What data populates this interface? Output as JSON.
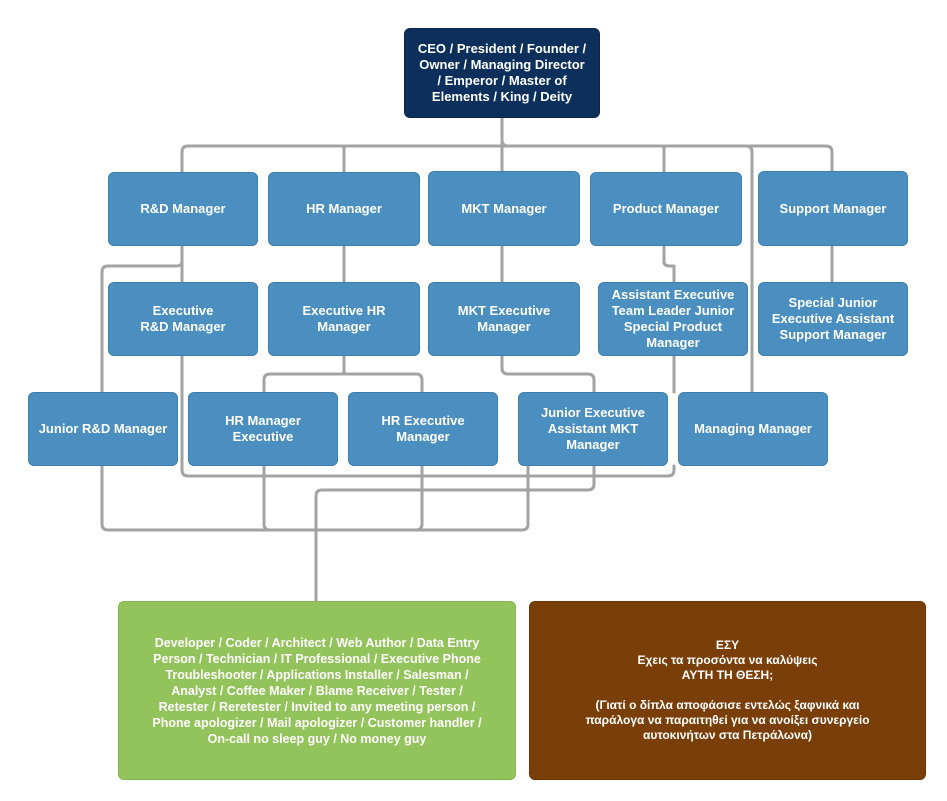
{
  "nodes": {
    "ceo": "CEO / President / Founder /\nOwner / Managing Director\n/ Emperor /  Master of\nElements / King / Deity",
    "rd_manager": "R&D Manager",
    "hr_manager": "HR Manager",
    "mkt_manager": "MKT Manager",
    "product_manager": "Product Manager",
    "support_manager": "Support Manager",
    "exec_rd_manager": "Executive\nR&D Manager",
    "exec_hr_manager": "Executive HR\nManager",
    "mkt_exec_manager": "MKT Executive\nManager",
    "assistant_exec_team_leader": "Assistant Executive\nTeam Leader Junior\nSpecial Product\nManager",
    "special_junior_exec_assistant": "Special Junior\nExecutive Assistant\nSupport Manager",
    "junior_rd_manager": "Junior R&D Manager",
    "hr_manager_exec": "HR Manager\nExecutive",
    "hr_exec_manager": "HR Executive\nManager",
    "junior_exec_assistant_mkt": "Junior Executive\nAssistant MKT\nManager",
    "managing_manager": "Managing Manager",
    "developer": "Developer / Coder / Architect / Web Author / Data Entry\nPerson / Technician / IT Professional / Executive Phone\nTroubleshooter / Applications Installer / Salesman /\nAnalyst / Coffee Maker / Blame Receiver / Tester /\nRetester / Reretester / Invited to any meeting person /\nPhone apologizer / Mail apologizer / Customer handler /\nOn-call no sleep guy / No money guy",
    "esy": "ΕΣΥ\nΕχεις τα προσόντα να καλύψεις\nΑΥΤΗ ΤΗ ΘΕΣΗ;\n\n(Γιατί ο δίπλα αποφάσισε εντελώς ξαφνικά και\nπαράλογα να παραιτηθεί για να ανοίξει συνεργείο\nαυτοκινήτων στα Πετράλωνα)"
  },
  "colors": {
    "ceo": "#0d2f5c",
    "manager": "#4a8fbf",
    "developer": "#93c35b",
    "esy": "#7a3f08",
    "connector": "#999999"
  }
}
